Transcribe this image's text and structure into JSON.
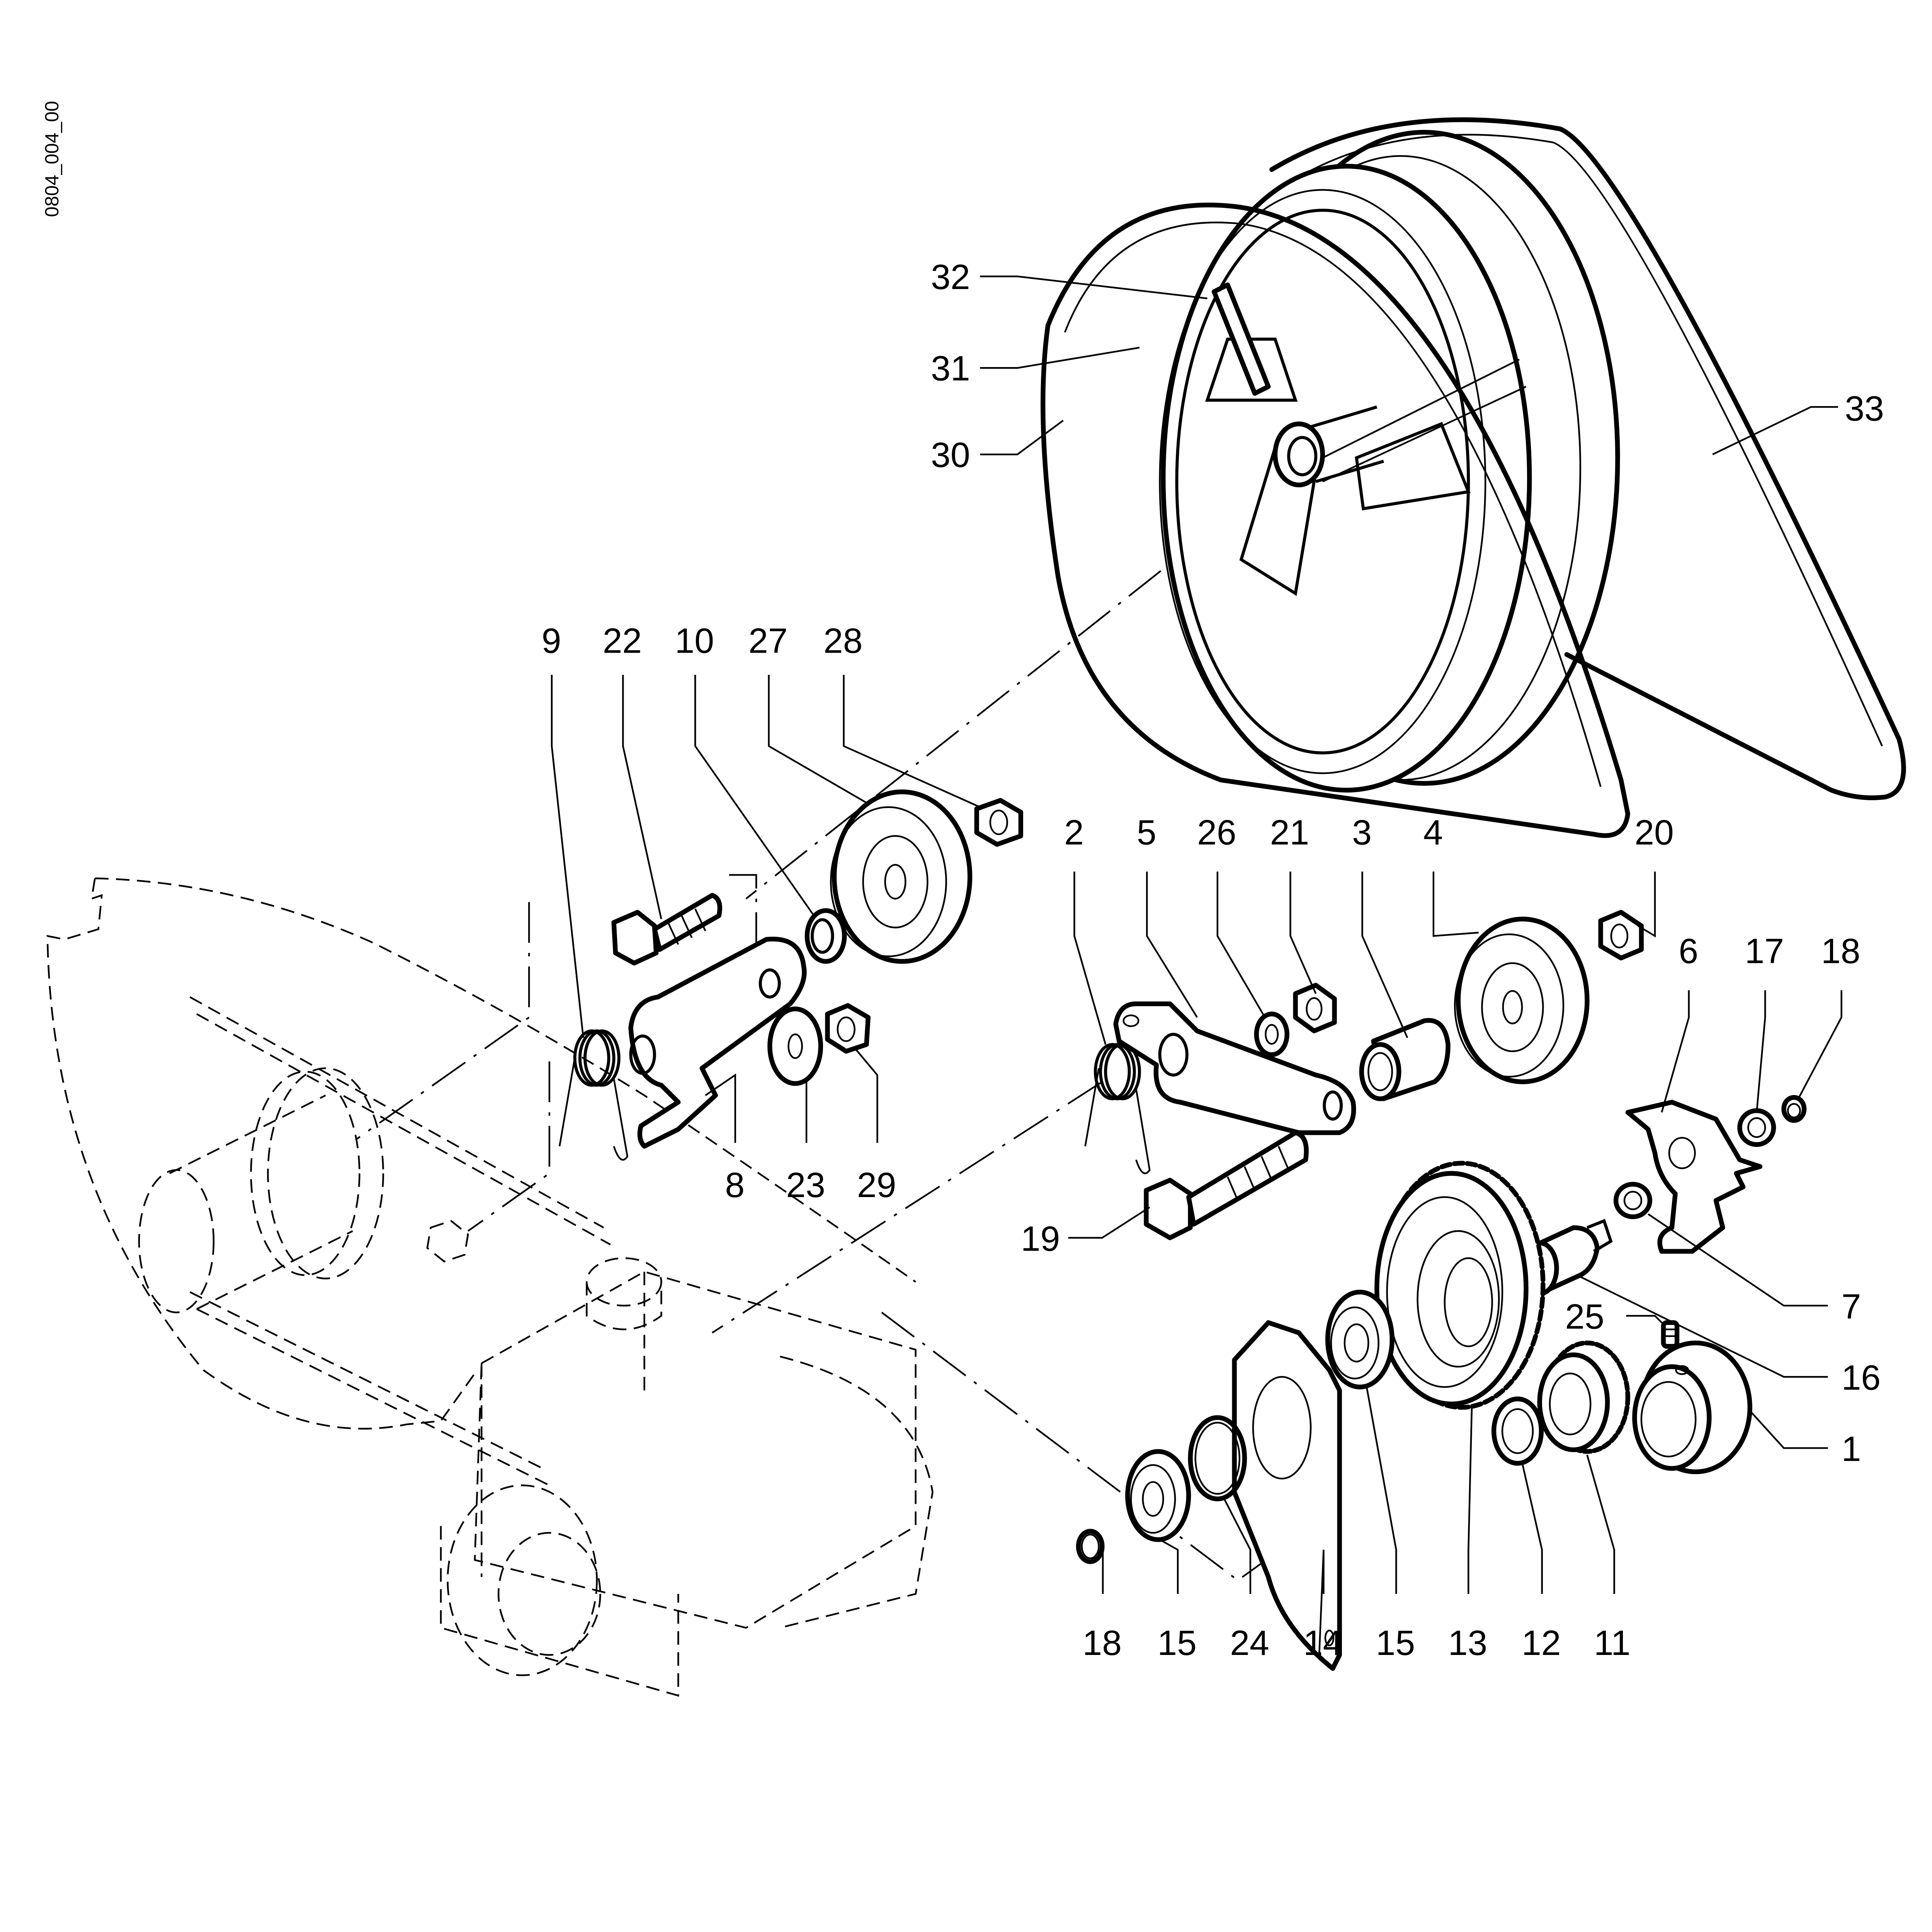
{
  "drawing": {
    "code": "0804_004_00",
    "line_color": "#000000",
    "background": "#ffffff"
  },
  "callouts": {
    "c1": "1",
    "c2": "2",
    "c3": "3",
    "c4": "4",
    "c5": "5",
    "c6": "6",
    "c7": "7",
    "c8": "8",
    "c9": "9",
    "c10": "10",
    "c11": "11",
    "c12": "12",
    "c13": "13",
    "c14": "14",
    "c15a": "15",
    "c15b": "15",
    "c16": "16",
    "c17": "17",
    "c18a": "18",
    "c18b": "18",
    "c19": "19",
    "c20": "20",
    "c21": "21",
    "c22": "22",
    "c23": "23",
    "c24": "24",
    "c25": "25",
    "c26": "26",
    "c27": "27",
    "c28": "28",
    "c29": "29",
    "c30": "30",
    "c31": "31",
    "c32": "32",
    "c33": "33"
  }
}
